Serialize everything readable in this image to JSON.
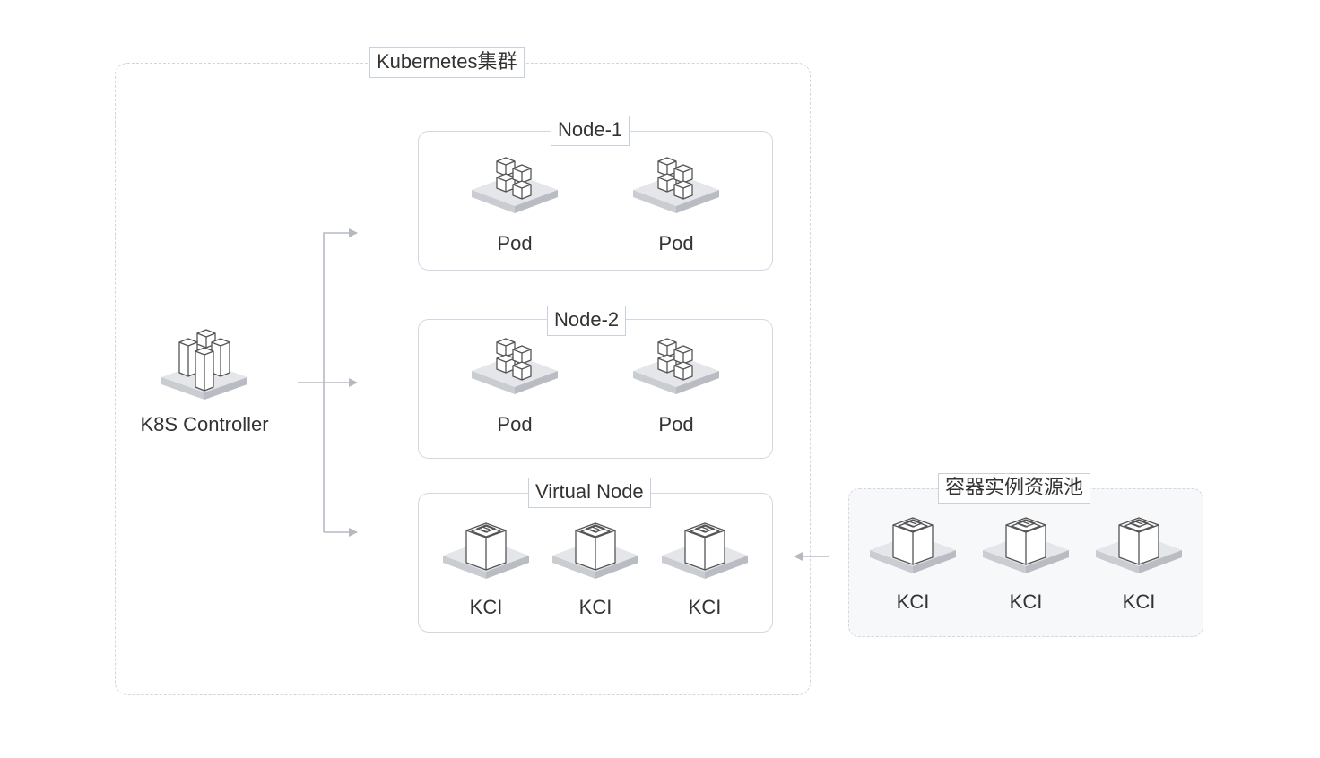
{
  "cluster": {
    "title": "Kubernetes集群"
  },
  "controller": {
    "label": "K8S Controller",
    "icon": "controller-cubes-icon"
  },
  "nodes": [
    {
      "title": "Node-1",
      "pods": [
        "Pod",
        "Pod"
      ]
    },
    {
      "title": "Node-2",
      "pods": [
        "Pod",
        "Pod"
      ]
    },
    {
      "title": "Virtual Node",
      "instances": [
        "KCI",
        "KCI",
        "KCI"
      ]
    }
  ],
  "pool": {
    "title": "容器实例资源池",
    "instances": [
      "KCI",
      "KCI",
      "KCI"
    ]
  },
  "colors": {
    "border": "#d2d8e2",
    "arrow": "#b5bac2",
    "platform": "#dfe1e5",
    "pool_bg": "#f7f8fa"
  }
}
